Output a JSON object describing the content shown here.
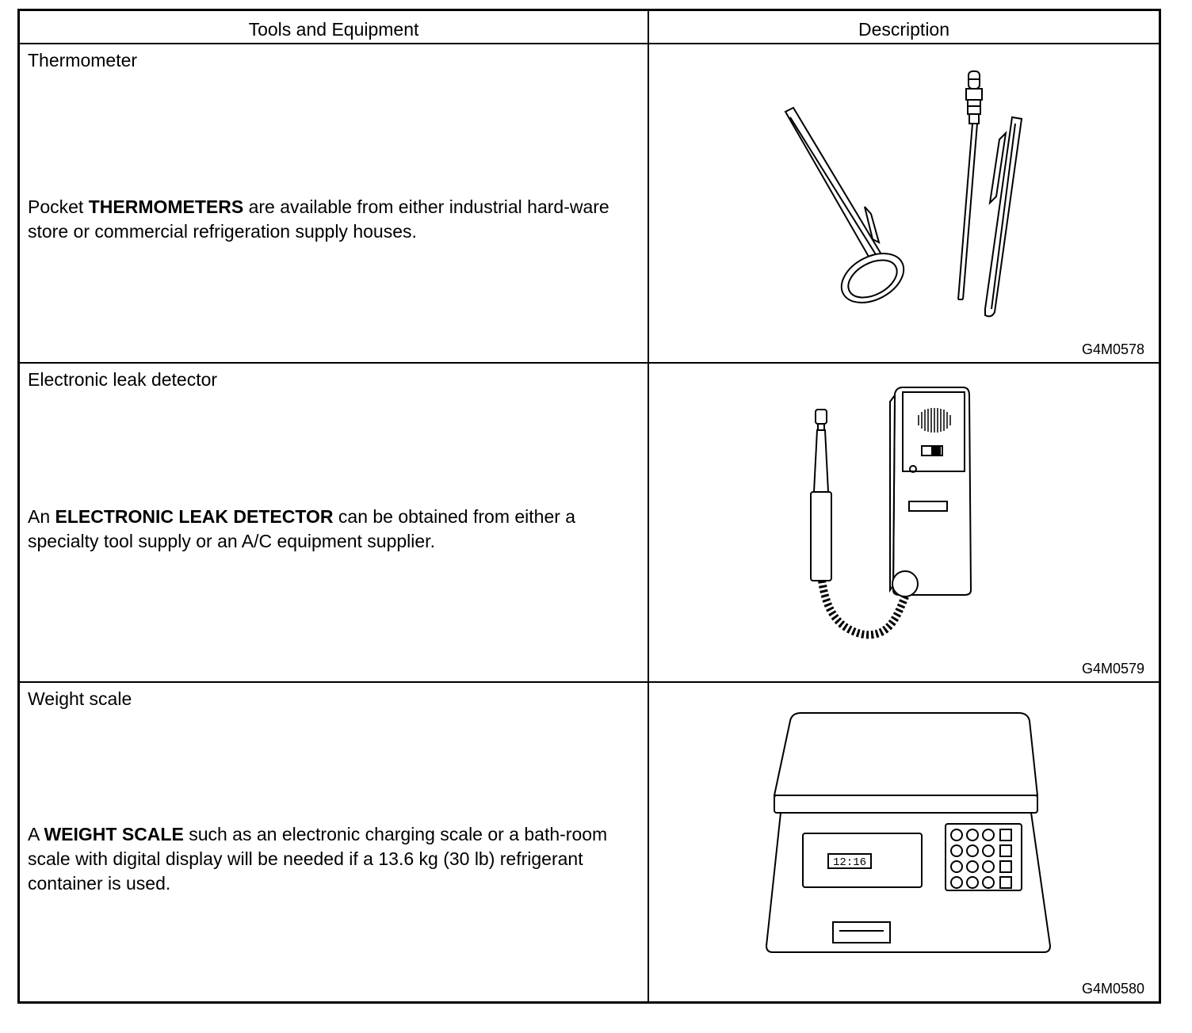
{
  "table": {
    "headers": {
      "tools": "Tools and Equipment",
      "description": "Description"
    },
    "rows": [
      {
        "title": "Thermometer",
        "desc": {
          "pre": "Pocket ",
          "bold": "THERMOMETERS",
          "post": " are available from either industrial hard-ware store or commercial refrigeration supply houses."
        },
        "figure_code": "G4M0578"
      },
      {
        "title": "Electronic leak detector",
        "desc": {
          "pre": "An ",
          "bold": "ELECTRONIC LEAK DETECTOR",
          "post": " can be obtained from either a specialty tool supply or an A/C equipment supplier."
        },
        "figure_code": "G4M0579"
      },
      {
        "title": "Weight scale",
        "desc": {
          "pre": "A ",
          "bold": "WEIGHT SCALE",
          "post": " such as an electronic charging scale or a bath-room scale with digital display will be needed if a 13.6 kg (30 lb) refrigerant container is used."
        },
        "figure_code": "G4M0580",
        "display_reading": "12:16"
      }
    ]
  }
}
